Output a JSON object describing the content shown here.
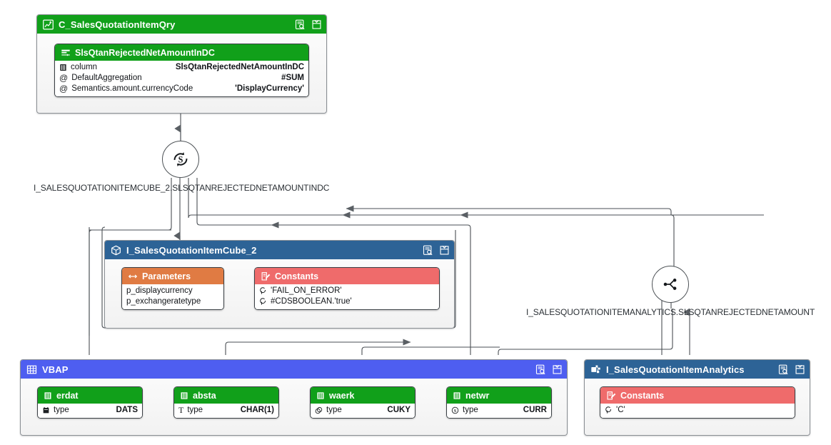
{
  "diagram": {
    "title": "CDS view data lineage graph",
    "colors": {
      "green": "#11a01a",
      "blue": "#2d6396",
      "indigo": "#4e5ef0",
      "orange": "#e07b43",
      "salmon": "#ef6b6b",
      "edge": "#4a4f54"
    }
  },
  "nodes": {
    "query_view": {
      "title": "C_SalesQuotationItemQry",
      "icon": "analytical-query-icon",
      "actions": [
        "inspect-icon",
        "collapse-icon"
      ],
      "element": {
        "title": "SlsQtanRejectedNetAmountInDC",
        "icon": "measure-icon",
        "rows": [
          {
            "icon": "column-icon",
            "label": "column",
            "value": "SlsQtanRejectedNetAmountInDC"
          },
          {
            "icon": "annotation-icon",
            "label": "DefaultAggregation",
            "value": "#SUM"
          },
          {
            "icon": "annotation-icon",
            "label": "Semantics.amount.currencyCode",
            "value": "'DisplayCurrency'"
          }
        ]
      }
    },
    "cube_view": {
      "title": "I_SalesQuotationItemCube_2",
      "icon": "cube-icon",
      "actions": [
        "inspect-icon",
        "collapse-icon"
      ],
      "parameters": {
        "title": "Parameters",
        "icon": "parameters-icon",
        "rows": [
          {
            "label": "p_displaycurrency"
          },
          {
            "label": "p_exchangeratetype"
          }
        ]
      },
      "constants": {
        "title": "Constants",
        "icon": "constants-icon",
        "rows": [
          {
            "icon": "constant-icon",
            "label": "'FAIL_ON_ERROR'"
          },
          {
            "icon": "constant-icon",
            "label": "#CDSBOOLEAN.'true'"
          }
        ]
      }
    },
    "vbap_table": {
      "title": "VBAP",
      "icon": "table-icon",
      "actions": [
        "inspect-icon",
        "collapse-icon"
      ],
      "fields": [
        {
          "name": "erdat",
          "icon": "column-icon",
          "row_icon": "date-icon",
          "row_label": "type",
          "row_value": "DATS"
        },
        {
          "name": "absta",
          "icon": "column-icon",
          "row_icon": "text-icon",
          "row_label": "type",
          "row_value": "CHAR(1)"
        },
        {
          "name": "waerk",
          "icon": "column-icon",
          "row_icon": "currency-key-icon",
          "row_label": "type",
          "row_value": "CUKY"
        },
        {
          "name": "netwr",
          "icon": "column-icon",
          "row_icon": "amount-icon",
          "row_label": "type",
          "row_value": "CURR"
        }
      ]
    },
    "analytics_view": {
      "title": "I_SalesQuotationItemAnalytics",
      "icon": "analytics-view-icon",
      "actions": [
        "inspect-icon",
        "collapse-icon"
      ],
      "constants": {
        "title": "Constants",
        "icon": "constants-icon",
        "rows": [
          {
            "icon": "constant-icon",
            "label": "'C'"
          }
        ]
      }
    }
  },
  "junctions": [
    {
      "id": "currency-conversion",
      "icon": "currency-conversion-icon"
    },
    {
      "id": "split",
      "icon": "share-split-icon"
    }
  ],
  "edge_labels": [
    {
      "id": "cube-measure-label",
      "text": "I_SALESQUOTATIONITEMCUBE_2.SLSQTANREJECTEDNETAMOUNTINDC"
    },
    {
      "id": "analytics-measure-label",
      "text": "I_SALESQUOTATIONITEMANALYTICS.SLSQTANREJECTEDNETAMOUNT"
    }
  ]
}
